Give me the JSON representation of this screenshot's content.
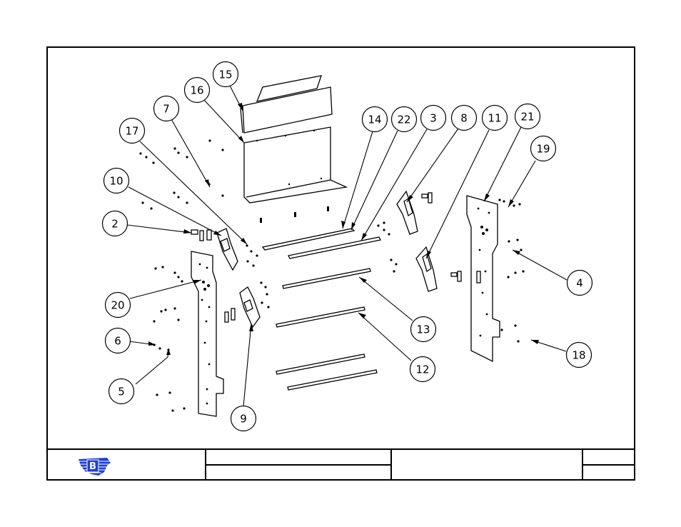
{
  "callouts": [
    {
      "id": "c1",
      "label": "15"
    },
    {
      "id": "c2",
      "label": "16"
    },
    {
      "id": "c3",
      "label": "7"
    },
    {
      "id": "c4",
      "label": "17"
    },
    {
      "id": "c5",
      "label": "10"
    },
    {
      "id": "c6",
      "label": "2"
    },
    {
      "id": "c7",
      "label": "20"
    },
    {
      "id": "c8",
      "label": "6"
    },
    {
      "id": "c9",
      "label": "5"
    },
    {
      "id": "c10",
      "label": "9"
    },
    {
      "id": "c11",
      "label": "14"
    },
    {
      "id": "c12",
      "label": "22"
    },
    {
      "id": "c13",
      "label": "3"
    },
    {
      "id": "c14",
      "label": "8"
    },
    {
      "id": "c15",
      "label": "11"
    },
    {
      "id": "c16",
      "label": "21"
    },
    {
      "id": "c17",
      "label": "19"
    },
    {
      "id": "c18",
      "label": "4"
    },
    {
      "id": "c19",
      "label": "13"
    },
    {
      "id": "c20",
      "label": "12"
    },
    {
      "id": "c21",
      "label": "18"
    }
  ],
  "title_block": {
    "logo": "B",
    "logo_color": "#1f3fd6"
  }
}
